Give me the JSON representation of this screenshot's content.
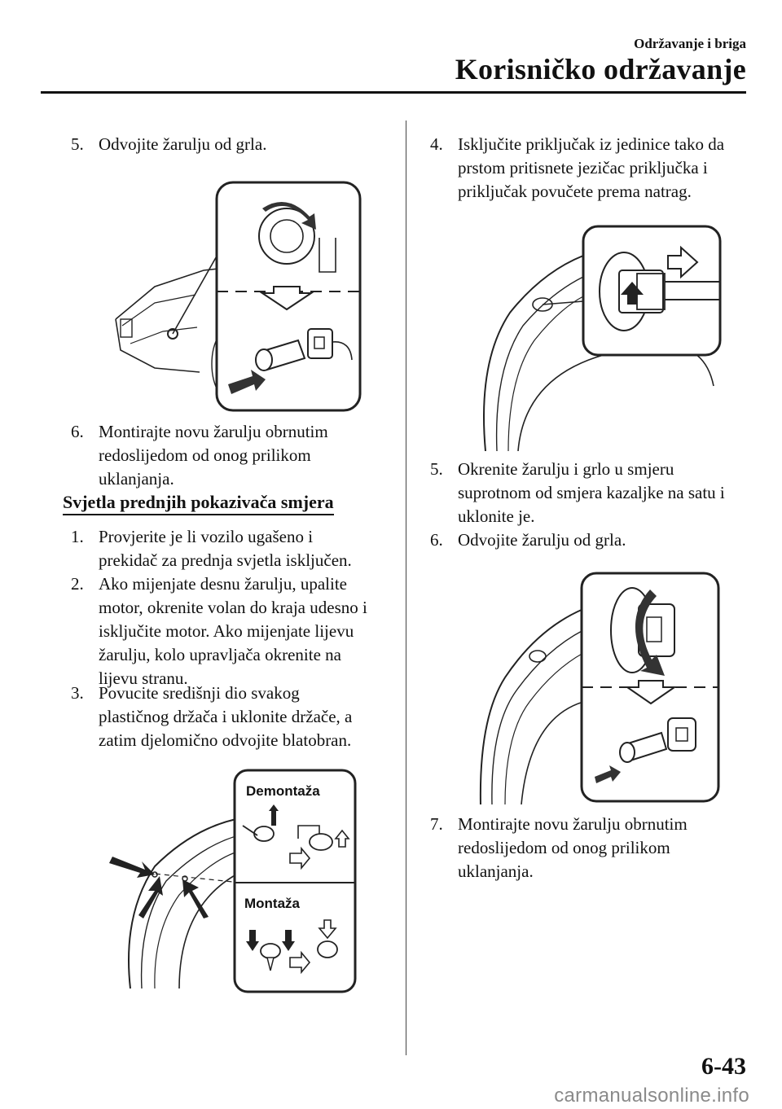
{
  "header": {
    "section": "Održavanje i briga",
    "title": "Korisničko održavanje"
  },
  "left": {
    "step5": {
      "num": "5.",
      "text": "Odvojite žarulju od grla."
    },
    "step6": {
      "num": "6.",
      "lines": [
        "Montirajte novu žarulju obrnutim",
        "redoslijedom od onog prilikom",
        "uklanjanja."
      ]
    },
    "subheading": "Svjetla prednjih pokazivača smjera",
    "steps": [
      {
        "num": "1.",
        "lines": [
          "Provjerite je li vozilo ugašeno i",
          "prekidač za prednja svjetla isključen."
        ]
      },
      {
        "num": "2.",
        "lines": [
          "Ako mijenjate desnu žarulju, upalite",
          "motor, okrenite volan do kraja udesno i",
          "isključite motor. Ako mijenjate lijevu",
          "žarulju, kolo upravljača okrenite na",
          "lijevu stranu."
        ]
      },
      {
        "num": "3.",
        "lines": [
          "Povucite središnji dio svakog",
          "plastičnog držača i uklonite držače, a",
          "zatim djelomično odvojite blatobran."
        ]
      }
    ],
    "figure3": {
      "label_remove": "Demontaža",
      "label_install": "Montaža"
    }
  },
  "right": {
    "steps": [
      {
        "num": "4.",
        "lines": [
          "Isključite priključak iz jedinice tako da",
          "prstom pritisnete jezičac priključka i",
          "priključak povučete prema natrag."
        ]
      },
      {
        "num": "5.",
        "lines": [
          "Okrenite žarulju i grlo u smjeru",
          "suprotnom od smjera kazaljke na satu i",
          "uklonite je."
        ]
      },
      {
        "num": "6.",
        "lines": [
          "Odvojite žarulju od grla."
        ]
      },
      {
        "num": "7.",
        "lines": [
          "Montirajte novu žarulju obrnutim",
          "redoslijedom od onog prilikom",
          "uklanjanja."
        ]
      }
    ]
  },
  "footer": {
    "page_number": "6-43",
    "watermark": "carmanualsonline.info"
  }
}
